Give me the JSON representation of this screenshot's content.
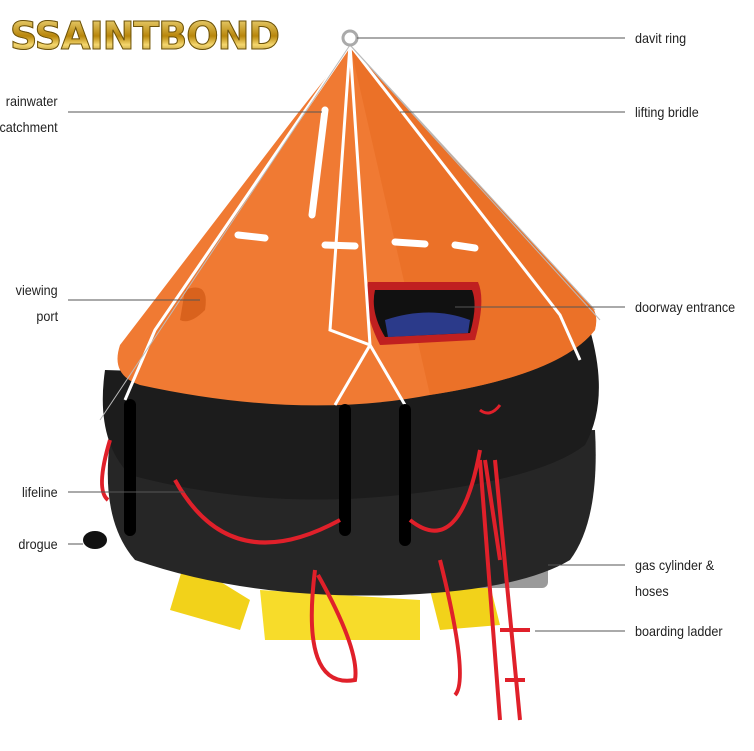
{
  "logo": {
    "text": "SSAINTBOND"
  },
  "labels": {
    "davit_ring": "davit ring",
    "lifting_bridle": "lifting bridle",
    "rainwater_1": "rainwater",
    "rainwater_2": "catchment",
    "viewing_1": "viewing",
    "viewing_2": "port",
    "doorway": "doorway entrance",
    "lifeline": "lifeline",
    "drogue": "drogue",
    "gas": "gas cylinder & hoses",
    "ladder": "boarding ladder"
  },
  "colors": {
    "canopy": "#f07a33",
    "tube": "#1f1f1f",
    "lifeline": "#e0202a",
    "ballast": "#f2d21a",
    "cylinder": "#9a9a9a"
  }
}
